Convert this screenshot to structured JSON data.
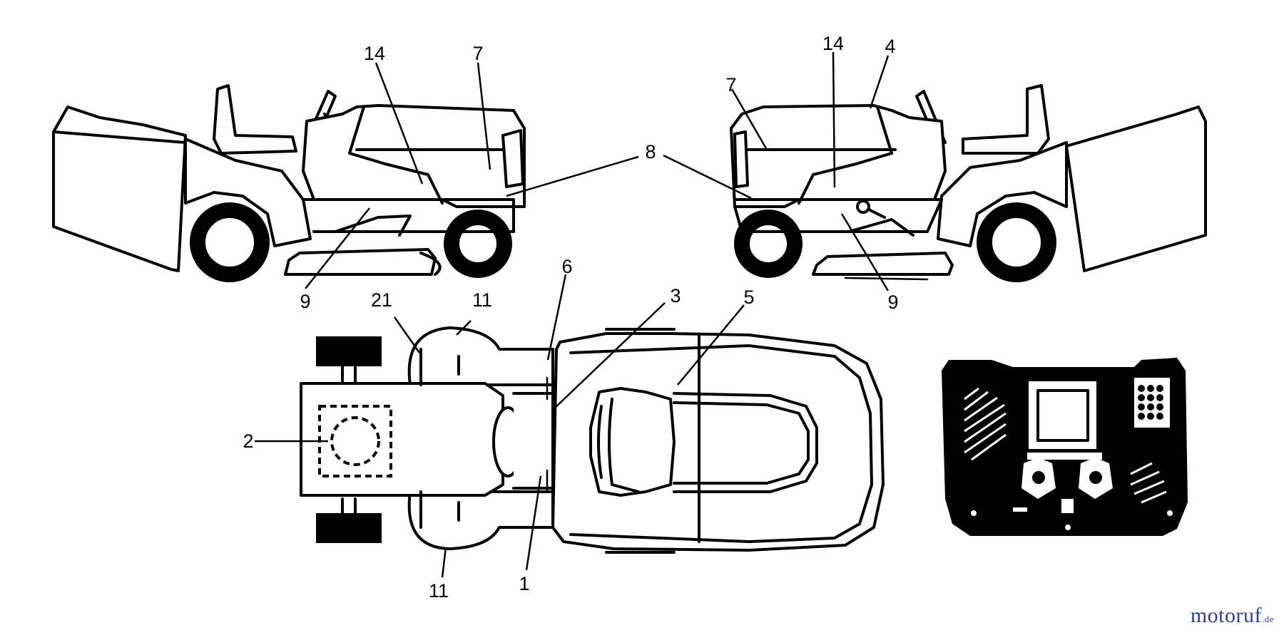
{
  "callouts": {
    "left_tractor": {
      "c14": "14",
      "c7": "7",
      "c9": "9"
    },
    "right_tractor": {
      "c14": "14",
      "c4": "4",
      "c7": "7",
      "c9": "9"
    },
    "shared": {
      "c8": "8"
    },
    "top_view": {
      "c6": "6",
      "c3": "3",
      "c5": "5",
      "c21": "21",
      "c11_top": "11",
      "c2": "2",
      "c11_bottom": "11",
      "c1": "1"
    }
  },
  "watermark": {
    "brand": "motoruf",
    "suffix": ".de",
    "color": "#2f3f8f"
  }
}
